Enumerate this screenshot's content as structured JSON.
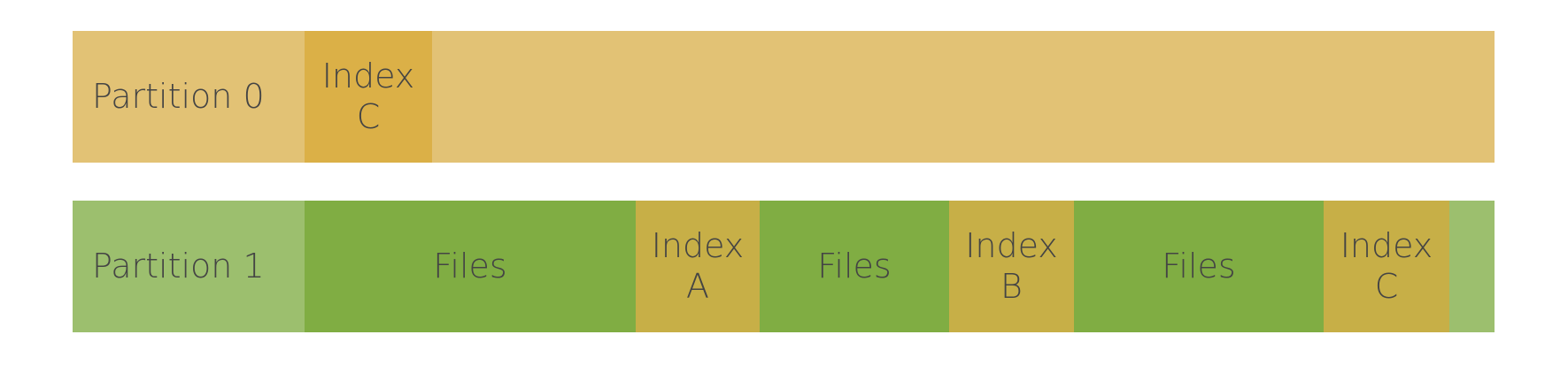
{
  "rows": [
    {
      "label": "Partition 0",
      "colors": {
        "label_bg": "#e2c275",
        "fill_bg": "#e2c275"
      },
      "segments": [
        {
          "kind": "index",
          "text": "Index\nC",
          "color": "#dbb047"
        },
        {
          "kind": "fill",
          "text": "",
          "color": "#e2c275"
        }
      ]
    },
    {
      "label": "Partition 1",
      "colors": {
        "label_bg": "#9cbf6e",
        "fill_bg": "#9cbf6e"
      },
      "segments": [
        {
          "kind": "files",
          "text": "Files",
          "color": "#80ad43"
        },
        {
          "kind": "index",
          "text": "Index\nA",
          "color": "#c7af47"
        },
        {
          "kind": "files",
          "text": "Files",
          "color": "#80ad43"
        },
        {
          "kind": "index",
          "text": "Index\nB",
          "color": "#c7af47"
        },
        {
          "kind": "files",
          "text": "Files",
          "color": "#80ad43"
        },
        {
          "kind": "index",
          "text": "Index\nC",
          "color": "#c7af47"
        },
        {
          "kind": "fill",
          "text": "",
          "color": "#9cbf6e"
        }
      ]
    }
  ]
}
